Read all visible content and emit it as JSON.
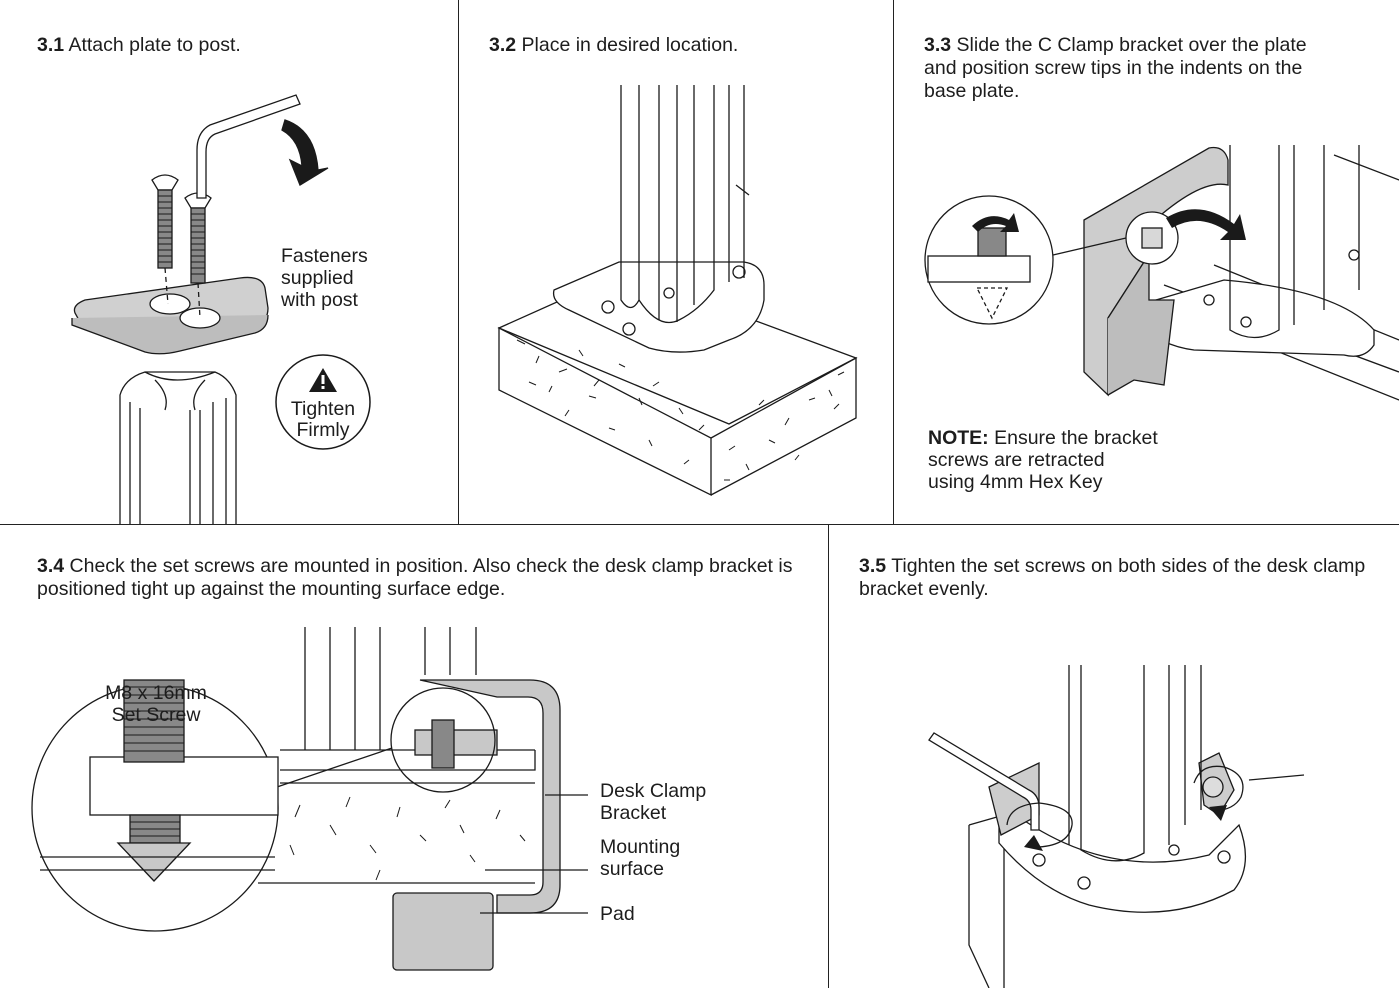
{
  "steps": {
    "s31": {
      "num": "3.1",
      "text": "Attach plate to post."
    },
    "s32": {
      "num": "3.2",
      "text": "Place in desired location."
    },
    "s33": {
      "num": "3.3",
      "text": "Slide the C Clamp bracket over the plate and position screw tips in the indents on the base plate."
    },
    "s34": {
      "num": "3.4",
      "text": "Check the set screws are mounted in position. Also check the desk clamp bracket is positioned tight up against the mounting surface edge."
    },
    "s35": {
      "num": "3.5",
      "text": "Tighten the set screws on both sides of the desk clamp bracket evenly."
    }
  },
  "labels": {
    "fasteners": [
      "Fasteners",
      "supplied",
      "with post"
    ],
    "tighten": [
      "Tighten",
      "Firmly"
    ],
    "note_head": "NOTE:",
    "note_lines": [
      " Ensure the bracket",
      "screws are retracted",
      "using 4mm Hex Key"
    ],
    "setscrew": [
      "M8 x 16mm",
      "Set Screw"
    ],
    "desk_clamp": [
      "Desk Clamp",
      "Bracket"
    ],
    "mounting": [
      "Mounting",
      "surface"
    ],
    "pad": "Pad"
  }
}
